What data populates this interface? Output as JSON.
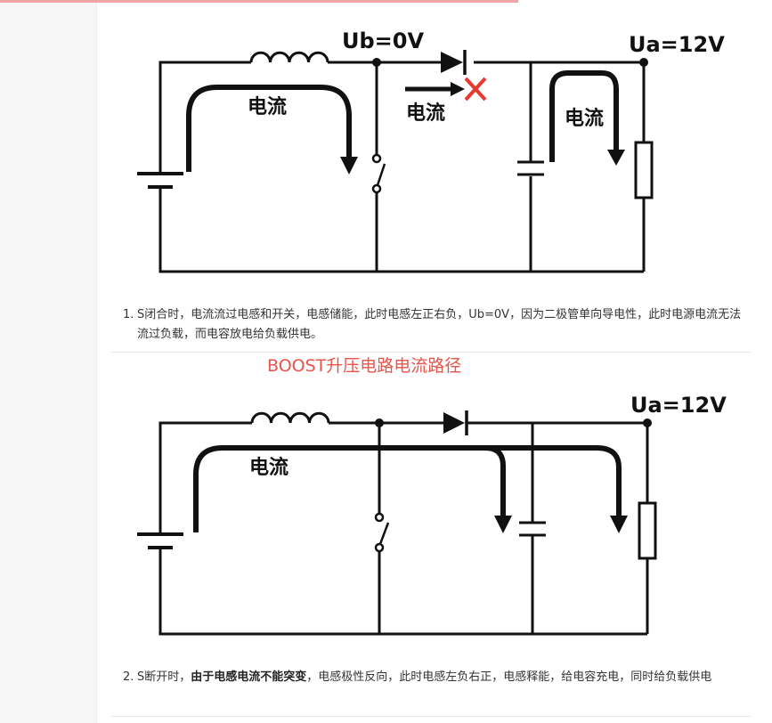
{
  "diagram1": {
    "voltage_ub": "Ub=0V",
    "voltage_ua": "Ua=12V",
    "current_labels": [
      "电流",
      "电流",
      "电流"
    ]
  },
  "caption1": {
    "number": "1.",
    "text": "S闭合时，电流流过电感和开关，电感储能，此时电感左正右负，Ub=0V，因为二极管单向导电性，此时电源电流无法流过负载，而电容放电给负载供电。"
  },
  "section_title": "BOOST升压电路电流路径",
  "diagram2": {
    "voltage_ua": "Ua=12V",
    "current_label": "电流"
  },
  "caption2": {
    "number": "2.",
    "text_before": "S断开时，",
    "text_bold": "由于电感电流不能突变",
    "text_after": "，电感极性反向，此时电感左负右正，电感释能，给电容充电，同时给负载供电"
  },
  "colors": {
    "title_red": "#e8534a",
    "diagram_red_cross": "#e8392f",
    "top_accent": "#f2a3a3"
  },
  "icons": [
    "diode-icon",
    "inductor-icon",
    "switch-icon",
    "capacitor-icon",
    "resistor-icon",
    "battery-icon",
    "blocked-cross-icon"
  ]
}
